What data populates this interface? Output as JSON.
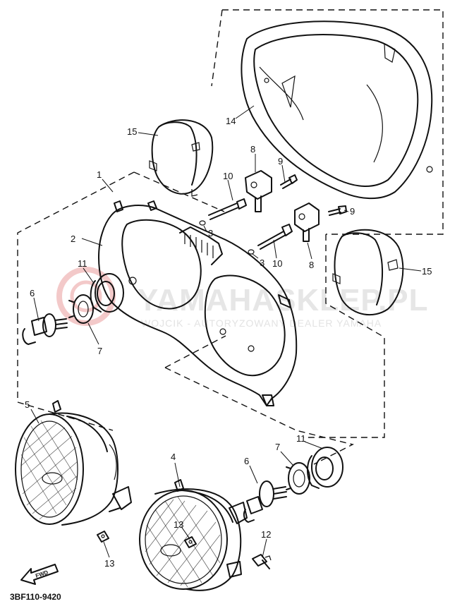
{
  "watermark": {
    "brand": "YAMAHASKLEP.PL",
    "tagline": "WOJCIK - AUTORYZOWANY DEALER YAMAHA"
  },
  "diagram_code": "3BF110-9420",
  "direction_label": "FWD",
  "callouts": {
    "c1": "1",
    "c2": "2",
    "c3a": "3",
    "c3b": "3",
    "c4": "4",
    "c5": "5",
    "c6a": "6",
    "c6b": "6",
    "c7a": "7",
    "c7b": "7",
    "c8a": "8",
    "c8b": "8",
    "c9a": "9",
    "c9b": "9",
    "c10a": "10",
    "c10b": "10",
    "c11a": "11",
    "c11b": "11",
    "c12": "12",
    "c13a": "13",
    "c13b": "13",
    "c14": "14",
    "c15a": "15",
    "c15b": "15"
  }
}
